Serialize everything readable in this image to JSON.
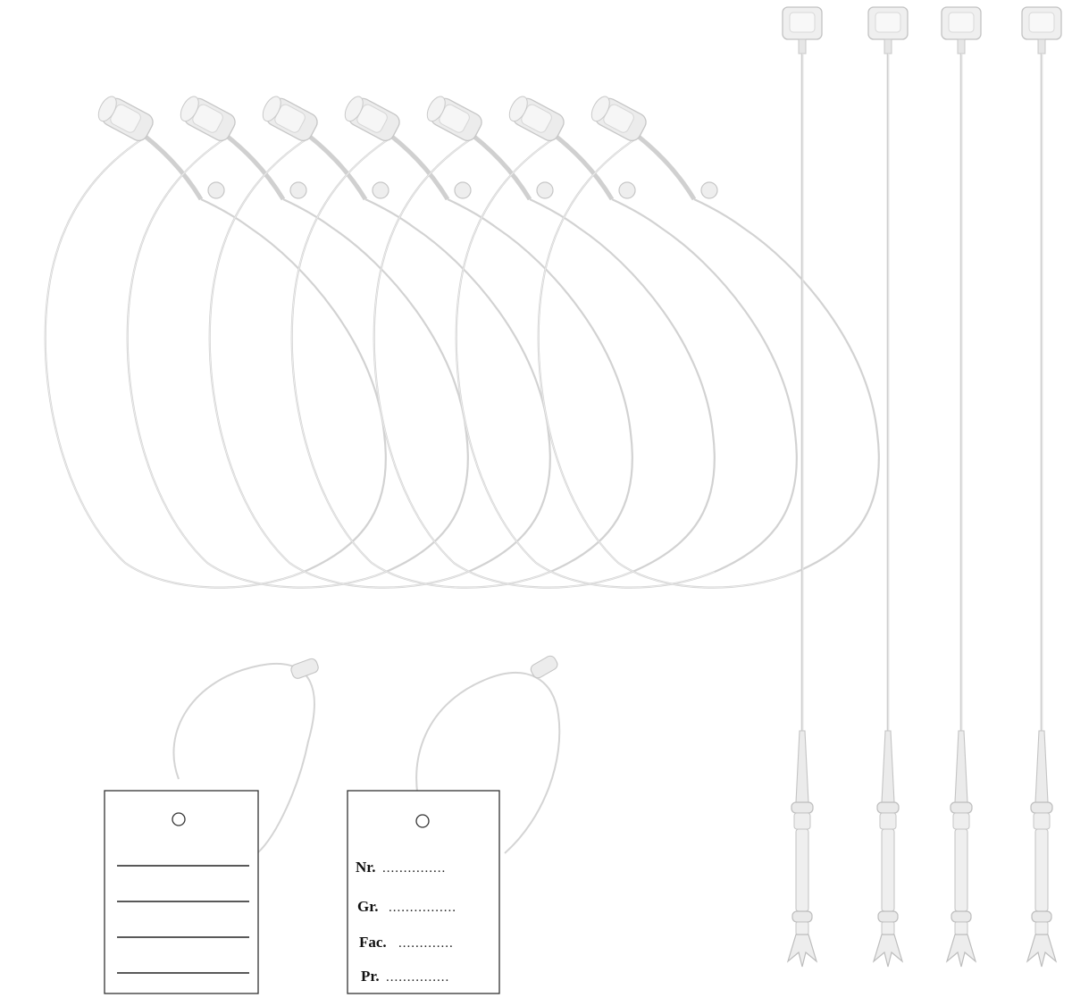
{
  "colors": {
    "background": "#ffffff",
    "string": "#d2d2d2",
    "string_dark": "#bdbdbd",
    "plastic": "#ececec",
    "plastic_edge": "#c9c9c9",
    "tag_border": "#333333",
    "tag_line": "#222222"
  },
  "loops": {
    "count": 7,
    "icon": "tag-fastener-loop-icon"
  },
  "pins": {
    "count": 4,
    "icon": "tag-pin-icon"
  },
  "tags": [
    {
      "style": "lined",
      "line_count": 4,
      "fields": []
    },
    {
      "style": "labeled",
      "fields": [
        {
          "label": "Nr.",
          "dots": "..............."
        },
        {
          "label": "Gr.",
          "dots": "................"
        },
        {
          "label": "Fac.",
          "dots": "............."
        },
        {
          "label": "Pr.",
          "dots": "..............."
        }
      ]
    }
  ]
}
